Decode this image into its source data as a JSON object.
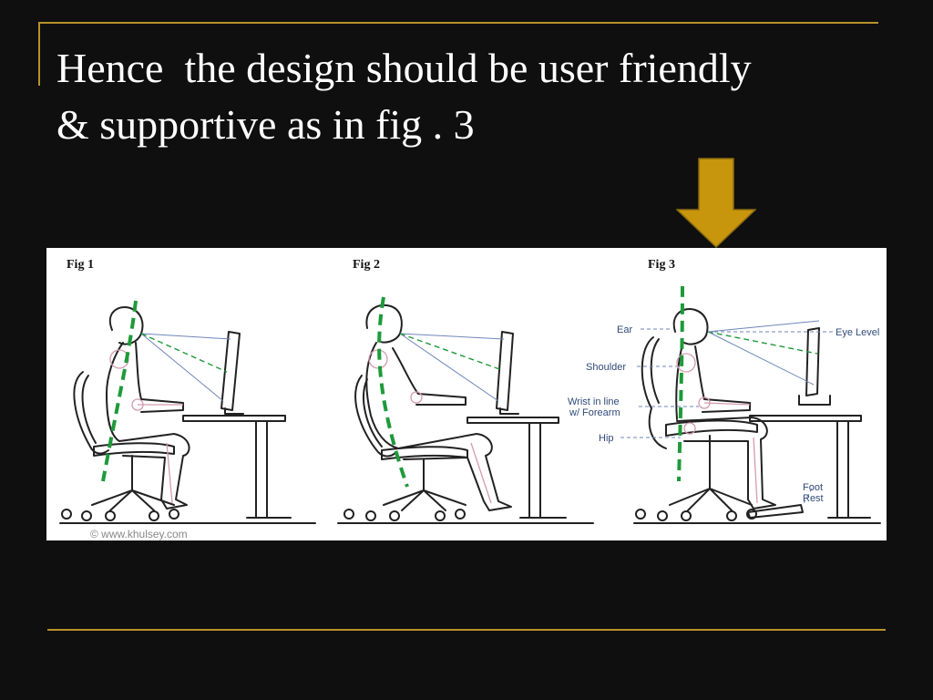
{
  "slide": {
    "title_line1": "Hence  the design should be user friendly",
    "title_line2": "& supportive as in fig . 3"
  },
  "figures": [
    {
      "label": "Fig 1",
      "posture": "slouched"
    },
    {
      "label": "Fig 2",
      "posture": "reclined"
    },
    {
      "label": "Fig 3",
      "posture": "upright-supported"
    }
  ],
  "callouts": {
    "ear": "Ear",
    "shoulder": "Shoulder",
    "wrist_line1": "Wrist in line",
    "wrist_line2": "w/ Forearm",
    "hip": "Hip",
    "eye_level": "Eye Level",
    "foot_line1": "Foot",
    "foot_line2": "Rest"
  },
  "credit": "© www.khulsey.com",
  "colors": {
    "background": "#0f0f0f",
    "accent_gold": "#b8922a",
    "arrow": "#c8960c",
    "spine_guide": "#1e9a3a",
    "callout_text": "#2f4a78"
  },
  "icons": {
    "arrow": "down-arrow-icon"
  }
}
